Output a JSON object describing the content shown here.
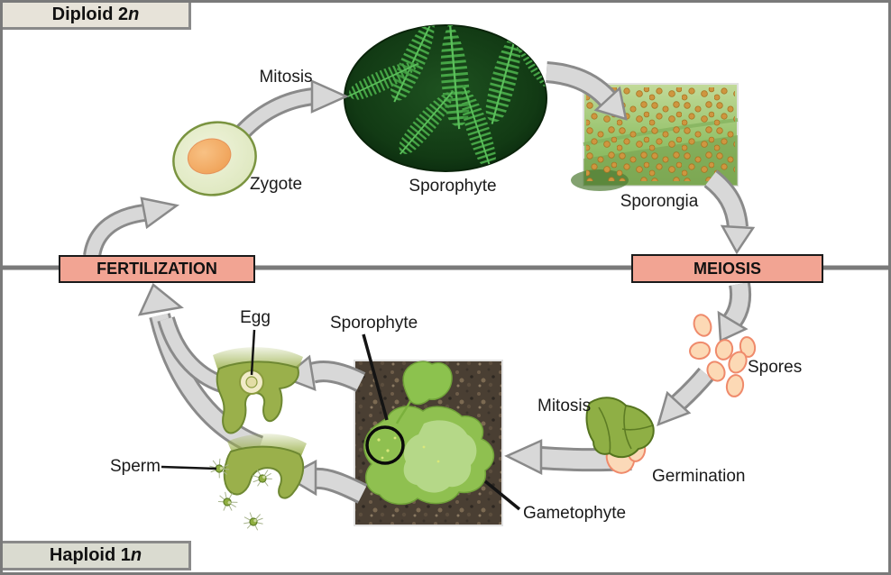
{
  "region_labels": {
    "top": {
      "text": "Diploid 2",
      "italic": "n"
    },
    "bottom": {
      "text": "Haploid 1",
      "italic": "n"
    }
  },
  "process_boxes": {
    "fertilization": "FERTILIZATION",
    "meiosis": "MEIOSIS"
  },
  "stage_labels": {
    "mitosis_top": "Mitosis",
    "zygote": "Zygote",
    "sporophyte_top": "Sporophyte",
    "sporongia": "Sporongia",
    "spores": "Spores",
    "germination": "Germination",
    "mitosis_bottom": "Mitosis",
    "sporophyte_bottom": "Sporophyte",
    "gametophyte": "Gametophyte",
    "egg": "Egg",
    "sperm": "Sperm"
  },
  "colors": {
    "background": "#FFFFFF",
    "divider": "#7A7A7A",
    "region_box_top_bg": "#E7E3D9",
    "region_box_bottom_bg": "#DADBD0",
    "region_box_border": "#8A8A8A",
    "process_box_bg": "#F2A493",
    "process_box_border": "#1A1A1A",
    "arrow_fill": "#D8D8D8",
    "arrow_outline": "#8A8A8A",
    "spore_fill": "#FCD9B5",
    "spore_outline": "#EF8A6B",
    "plant_green": "#9AB04B",
    "zygote_outer": "#E9EFD2",
    "zygote_inner": "#F6B36E",
    "fern_photo_green": "#2E8B2E",
    "sporangia_leaf_green": "#9CC671",
    "sorus_dot": "#CE9640",
    "soil_brown": "#4A3F33"
  }
}
